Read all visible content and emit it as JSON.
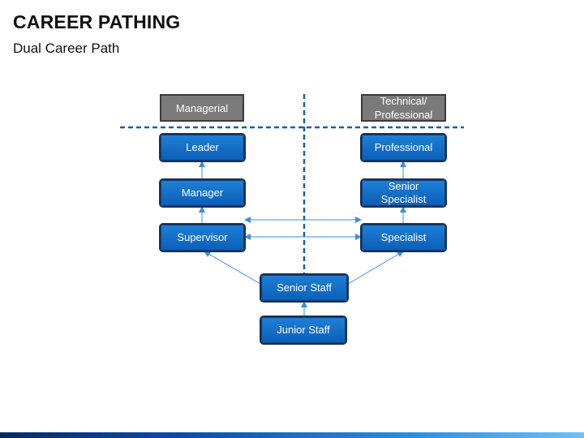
{
  "header": {
    "title": "CAREER PATHING",
    "subtitle": "Dual Career Path"
  },
  "columns": {
    "managerial": "Managerial",
    "technical_line1": "Technical/",
    "technical_line2": "Professional"
  },
  "nodes": {
    "leader": "Leader",
    "manager": "Manager",
    "supervisor": "Supervisor",
    "professional": "Professional",
    "senior_specialist_line1": "Senior",
    "senior_specialist_line2": "Specialist",
    "specialist": "Specialist",
    "senior_staff": "Senior Staff",
    "junior_staff": "Junior Staff"
  },
  "colors": {
    "node_blue": "#1f7fd6",
    "node_border": "#1a2f50",
    "header_gray": "#7a7a7a",
    "divider_blue": "#1d5ea8",
    "arrow_blue": "#3c8fd8"
  }
}
